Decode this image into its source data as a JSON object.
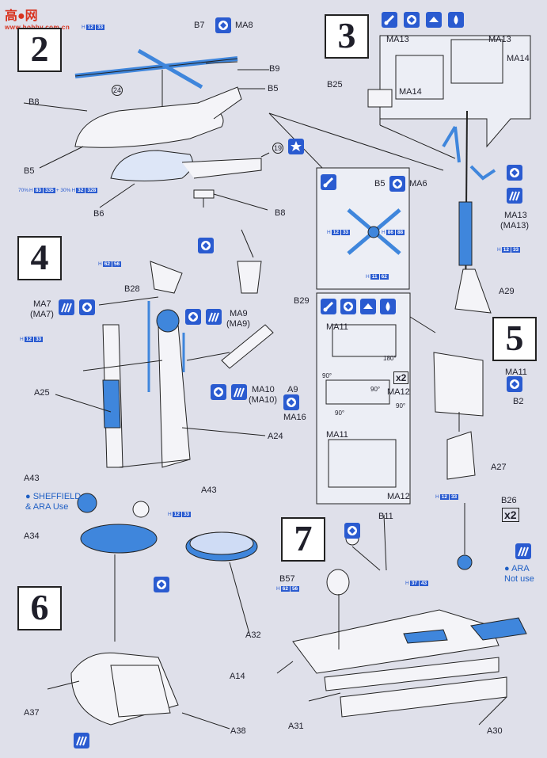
{
  "watermark": {
    "brand": "高●网",
    "url": "www.hobby.com.cn"
  },
  "steps": {
    "s2": "2",
    "s3": "3",
    "s4": "4",
    "s5": "5",
    "s6": "6",
    "s7": "7"
  },
  "labels": {
    "B7": "B7",
    "MA8": "MA8",
    "B9": "B9",
    "B5_top": "B5",
    "B8_left": "B8",
    "circ24": "24",
    "B5_left": "B5",
    "circ19": "19",
    "B6": "B6",
    "B8_bottom": "B8",
    "MA13a": "MA13",
    "MA13b": "MA13",
    "MA14a": "MA14",
    "MA14b": "MA14",
    "B25": "B25",
    "B5_inset": "B5",
    "MA6": "MA6",
    "MA13_right": "MA13",
    "MA13_right_paren": "(MA13)",
    "A29": "A29",
    "B28": "B28",
    "B29": "B29",
    "MA7": "MA7",
    "MA7_paren": "(MA7)",
    "MA9": "MA9",
    "MA9_paren": "(MA9)",
    "A25": "A25",
    "MA10": "MA10",
    "MA10_paren": "(MA10)",
    "A9": "A9",
    "MA16": "MA16",
    "A24": "A24",
    "MA11_grid": "MA11",
    "x2_grid": "x2",
    "MA12_grid": "MA12",
    "MA11_low": "MA11",
    "MA12_low": "MA12",
    "MA11_right": "MA11",
    "B2": "B2",
    "A27": "A27",
    "A43_left": "A43",
    "A43_right": "A43",
    "A34": "A34",
    "A32": "A32",
    "B11": "B11",
    "B57": "B57",
    "B26": "B26",
    "x2_b26": "x2",
    "A14": "A14",
    "A31": "A31",
    "A30": "A30",
    "A37": "A37",
    "A38": "A38",
    "deg180": "180°",
    "deg90a": "90°",
    "deg90b": "90°",
    "deg90c": "90°",
    "deg90d": "90°"
  },
  "notes": {
    "sheffield_line1": "● SHEFFIELD",
    "sheffield_line2": "& ARA Use",
    "ara_line1": "● ARA",
    "ara_line2": "Not use"
  },
  "paint_codes": {
    "h12_33": {
      "h": "H",
      "a": "12",
      "b": "33"
    },
    "h62_56": {
      "h": "H",
      "a": "62",
      "b": "56"
    },
    "h86_88": {
      "h": "H",
      "a": "86",
      "b": "88"
    },
    "h11_62": {
      "h": "H",
      "a": "11",
      "b": "62"
    },
    "h37_43": {
      "h": "H",
      "a": "37",
      "b": "43"
    },
    "mix_left": "70%",
    "mix_mid": "+ 30%",
    "mix_a1": "H",
    "mix_a2": "83",
    "mix_a3": "335",
    "mix_b1": "H",
    "mix_b2": "32",
    "mix_b3": "328"
  },
  "colors": {
    "accent": "#3f86dc",
    "paper": "#dfe0ea",
    "ink": "#1f1f2a"
  }
}
